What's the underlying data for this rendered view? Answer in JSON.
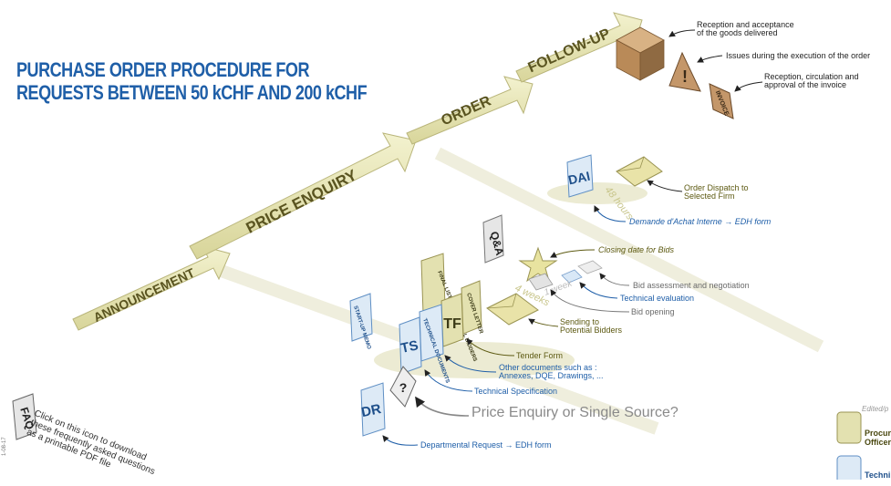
{
  "title": {
    "line1": "PURCHASE ORDER PROCEDURE FOR",
    "line2": "REQUESTS BETWEEN 50 kCHF AND 200 kCHF"
  },
  "stages": [
    "ANNOUNCEMENT",
    "PRICE ENQUIRY",
    "ORDER",
    "FOLLOW-UP"
  ],
  "documents": {
    "dr": "DR",
    "ts": "TS",
    "tf": "TF",
    "dai": "DAI",
    "qa": "Q&A",
    "question": "?",
    "startup_memo": "START-UP MEMO",
    "technical_documents": "TECHNICAL DOCUMENTS",
    "final_list": "FINAL LIST OF POTENTIAL BIDDERS",
    "cover_letter": "COVER LETTER",
    "invoice": "INVOICE",
    "warning": "!",
    "faq": "FAQ"
  },
  "durations": {
    "four_weeks": "4 weeks",
    "one_week": "1 week",
    "forty_eight_hours": "48 hours"
  },
  "labels": {
    "reception_goods": "Reception and acceptance\nof the goods delivered",
    "issues": "Issues during the execution of the order",
    "reception_invoice": "Reception, circulation and\napproval of the invoice",
    "order_dispatch": "Order Dispatch to\nSelected Firm",
    "dai_form": "Demande d'Achat Interne → EDH form",
    "closing_date": "Closing date for Bids",
    "bid_assessment": "Bid assessment and negotiation",
    "technical_evaluation": "Technical evaluation",
    "bid_opening": "Bid opening",
    "sending": "Sending to\nPotential Bidders",
    "tender_form": "Tender Form",
    "other_documents": "Other documents such as :\nAnnexes, DQE, Drawings, ...",
    "technical_specification": "Technical Specification",
    "price_or_single": "Price Enquiry or Single Source?",
    "departmental_request": "Departmental Request → EDH form"
  },
  "faq_text": [
    "Click on this icon to download",
    "these frequently asked questions",
    "as a printable PDF file"
  ],
  "legend": {
    "edited": "Edited/p",
    "procurement": "Procure\nOfficer",
    "technical": "Techni"
  },
  "side_tag": "1-08-17",
  "colors": {
    "title_blue": "#1f5fa8",
    "olive_arrow": "#e8e6b4",
    "olive_stroke": "#b9b57a",
    "label_olive": "#5d5a12",
    "label_blue": "#1e5ea8"
  }
}
